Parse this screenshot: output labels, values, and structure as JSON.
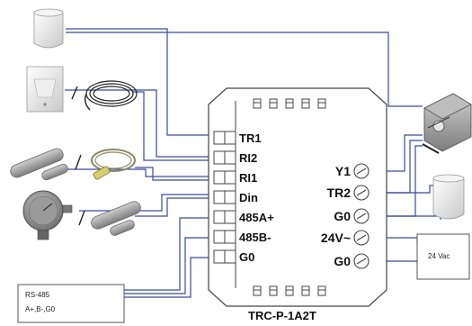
{
  "device": {
    "model": "TRC-P-1A2T",
    "left_terminals": [
      "TR1",
      "RI2",
      "RI1",
      "Din",
      "485A+",
      "485B-",
      "G0"
    ],
    "right_terminals": [
      "Y1",
      "TR2",
      "G0",
      "24V~",
      "G0"
    ]
  },
  "rs485_box": {
    "line1": "RS-485",
    "line2": "A+,B-,G0"
  },
  "power_box": {
    "label": "24 Vac"
  },
  "colors": {
    "wire": "#3b4a9a",
    "outline": "#444444",
    "panel": "#ffffff"
  },
  "icons": [
    "room-sensor-icon",
    "motion-sensor-icon",
    "pipe-probe-icon",
    "contact-sensor-icon",
    "strap-probe-icon",
    "pressure-gauge-icon",
    "damper-actuator-icon",
    "valve-actuator-icon"
  ]
}
